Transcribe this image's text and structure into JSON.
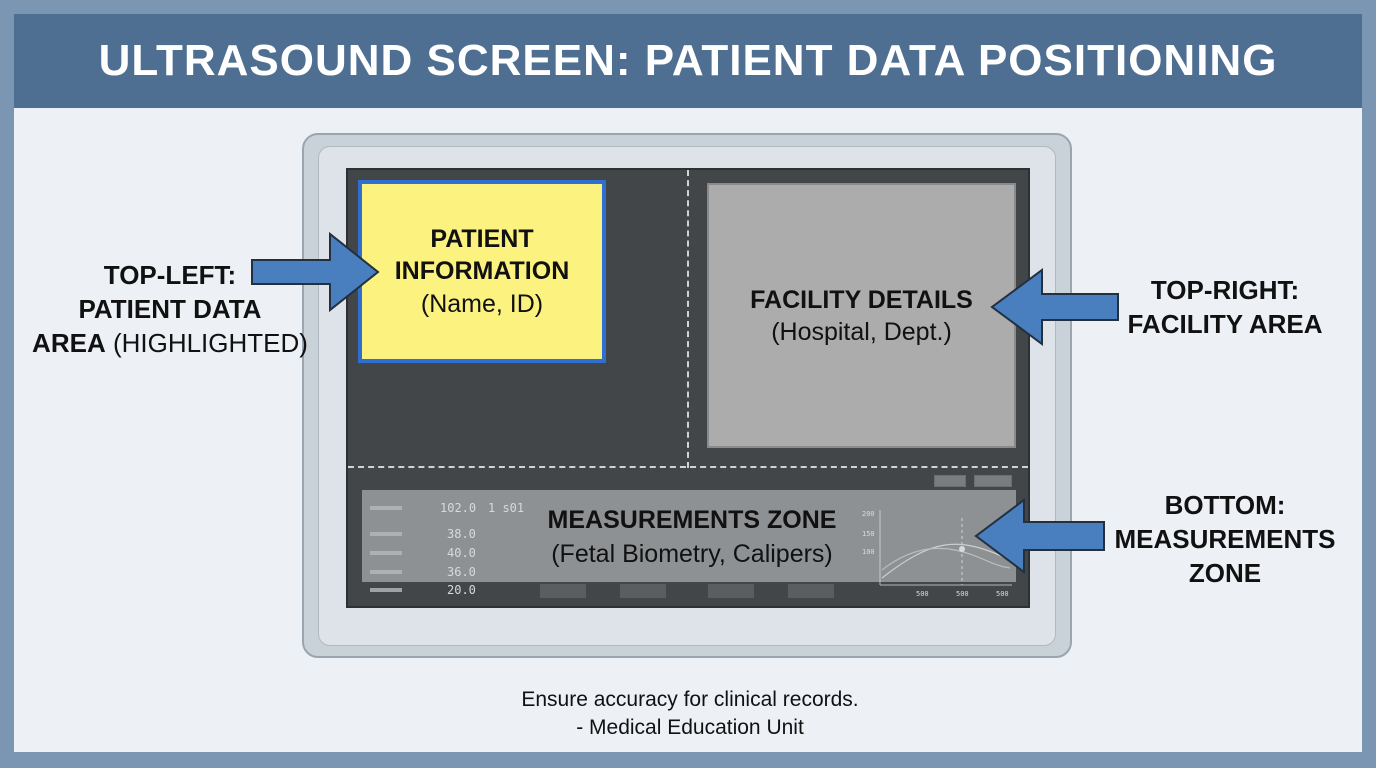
{
  "title": "ULTRASOUND SCREEN: PATIENT DATA POSITIONING",
  "zones": {
    "patient": {
      "heading_line1": "PATIENT",
      "heading_line2": "INFORMATION",
      "subtitle": "(Name, ID)",
      "highlight_color": "#fbf27f",
      "border_color": "#2f6fd0"
    },
    "facility": {
      "heading": "FACILITY DETAILS",
      "subtitle": "(Hospital, Dept.)"
    },
    "measurements": {
      "heading": "MEASUREMENTS ZONE",
      "subtitle": "(Fetal Biometry, Calipers)",
      "header_values": [
        "102.0",
        "1 s01"
      ],
      "row_values": [
        "38.0",
        "40.0",
        "36.0",
        "20.0"
      ],
      "graph_y_ticks": [
        "200",
        "150",
        "100"
      ],
      "graph_x_ticks": [
        "500",
        "500",
        "500"
      ]
    }
  },
  "labels": {
    "left": {
      "line1": "TOP-LEFT:",
      "line2": "PATIENT DATA",
      "line3_bold": "AREA",
      "line3_normal": " (HIGHLIGHTED)"
    },
    "right_top": {
      "line1": "TOP-RIGHT:",
      "line2": "FACILITY AREA"
    },
    "right_bottom": {
      "line1": "BOTTOM:",
      "line2": "MEASUREMENTS",
      "line3": "ZONE"
    }
  },
  "footer": {
    "line1": "Ensure accuracy for clinical records.",
    "line2": "- Medical Education Unit"
  },
  "colors": {
    "title_bar": "#4e6f91",
    "arrow": "#4a7fbf",
    "screen": "#434649"
  }
}
